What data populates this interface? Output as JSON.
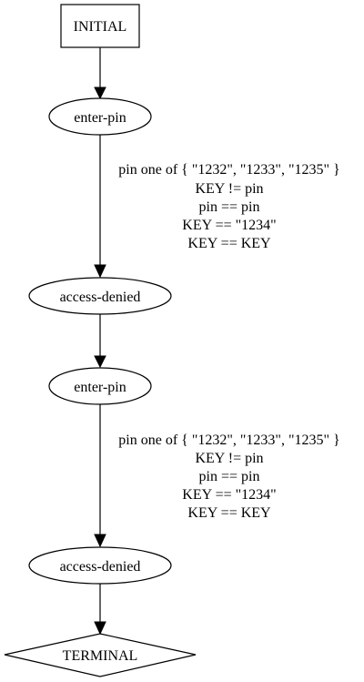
{
  "nodes": [
    {
      "label": "INITIAL",
      "shape": "box"
    },
    {
      "label": "enter-pin",
      "shape": "ellipse"
    },
    {
      "label": "access-denied",
      "shape": "ellipse"
    },
    {
      "label": "enter-pin",
      "shape": "ellipse"
    },
    {
      "label": "access-denied",
      "shape": "ellipse"
    },
    {
      "label": "TERMINAL",
      "shape": "diamond"
    }
  ],
  "edges": [
    {
      "from": 0,
      "to": 1,
      "label_lines": []
    },
    {
      "from": 1,
      "to": 2,
      "label_lines": [
        "pin one of { \"1232\", \"1233\", \"1235\" }",
        "KEY != pin",
        "pin == pin",
        "KEY == \"1234\"",
        "KEY == KEY"
      ]
    },
    {
      "from": 2,
      "to": 3,
      "label_lines": []
    },
    {
      "from": 3,
      "to": 4,
      "label_lines": [
        "pin one of { \"1232\", \"1233\", \"1235\" }",
        "KEY != pin",
        "pin == pin",
        "KEY == \"1234\"",
        "KEY == KEY"
      ]
    },
    {
      "from": 4,
      "to": 5,
      "label_lines": []
    }
  ]
}
